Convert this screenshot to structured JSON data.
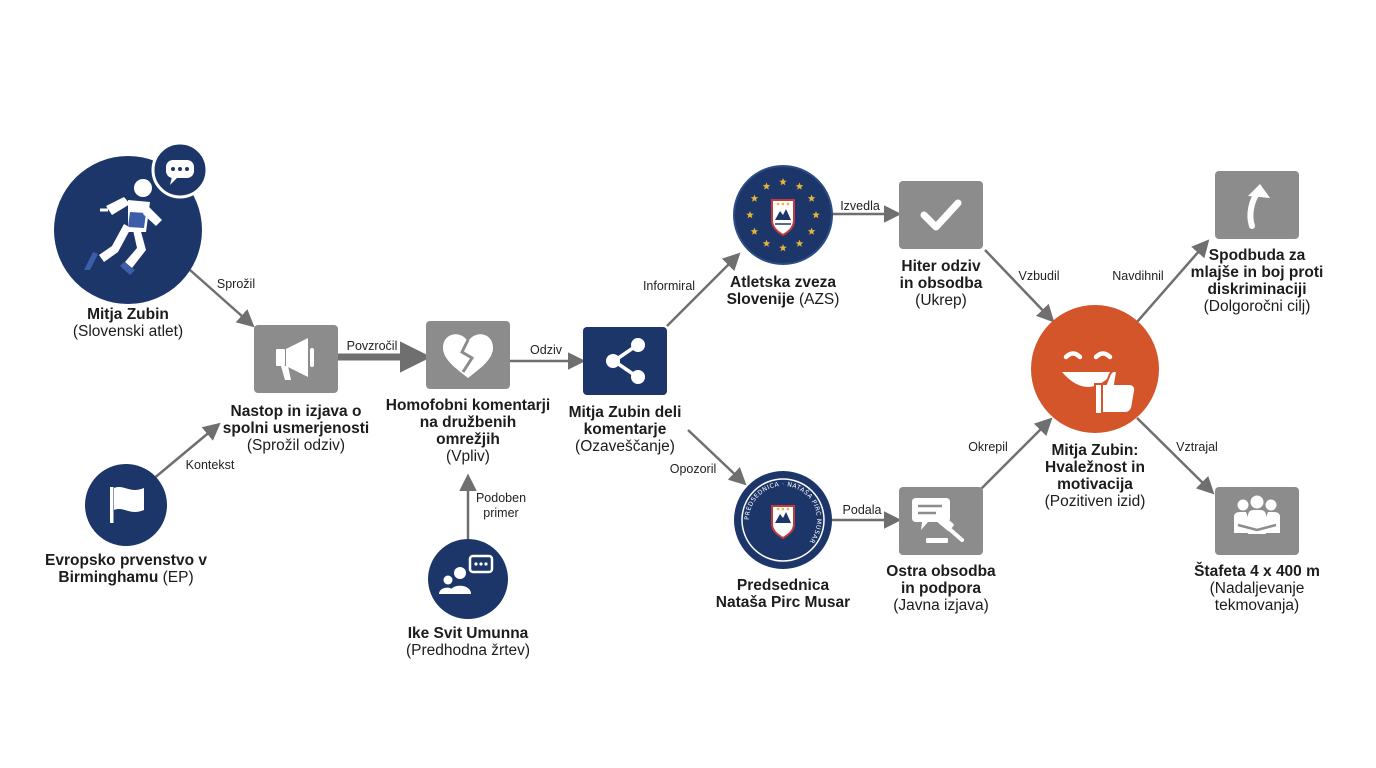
{
  "colors": {
    "navy": "#1c3669",
    "grey": "#8c8c8c",
    "orange": "#d4552a",
    "arrow": "#6f6f6f"
  },
  "nodes": {
    "mitja_atlet": {
      "title": "Mitja Zubin",
      "sub": "(Slovenski atlet)",
      "icon": "runner-icon"
    },
    "ep": {
      "title_lines": [
        "Evropsko prvenstvo v",
        "Birminghamu"
      ],
      "sub_inline": "(EP)",
      "icon": "flag-icon"
    },
    "nastop": {
      "title_lines": [
        "Nastop in izjava o",
        "spolni usmerjenosti"
      ],
      "sub": "(Sprožil odziv)",
      "icon": "megaphone-icon"
    },
    "homofobni": {
      "title_lines": [
        "Homofobni komentarji",
        "na družbenih",
        "omrežjih"
      ],
      "sub": "(Vpliv)",
      "icon": "broken-heart-icon"
    },
    "ike": {
      "title": "Ike Svit Umunna",
      "sub": "(Predhodna žrtev)",
      "icon": "group-chat-icon"
    },
    "deli": {
      "title_lines": [
        "Mitja Zubin deli",
        "komentarje"
      ],
      "sub": "(Ozaveščanje)",
      "icon": "share-icon"
    },
    "azs": {
      "title_lines": [
        "Atletska zveza",
        "Slovenije"
      ],
      "sub_inline": "(AZS)",
      "icon": "azs-emblem-icon"
    },
    "predsednica": {
      "title_lines": [
        "Predsednica",
        "Nataša Pirc Musar"
      ],
      "icon": "presidential-seal-icon",
      "seal_text": "PREDSEDNICA · NATAŠA PIRC MUSAR"
    },
    "hiter": {
      "title_lines": [
        "Hiter odziv",
        "in obsodba"
      ],
      "sub": "(Ukrep)",
      "icon": "checkmark-icon"
    },
    "ostra": {
      "title_lines": [
        "Ostra obsodba",
        "in podpora"
      ],
      "sub": "(Javna izjava)",
      "icon": "speech-gavel-icon"
    },
    "hvaleznost": {
      "title_lines": [
        "Mitja Zubin:",
        "Hvaležnost in",
        "motivacija"
      ],
      "sub": "(Pozitiven izid)",
      "icon": "smile-thumbs-up-icon"
    },
    "spodbuda": {
      "title_lines": [
        "Spodbuda za",
        "mlajše in boj proti",
        "diskriminaciji"
      ],
      "sub": "(Dolgoročni cilj)",
      "icon": "arrow-up-icon"
    },
    "stafeta": {
      "title": "Štafeta 4 x 400 m",
      "sub_lines": [
        "(Nadaljevanje",
        "tekmovanja)"
      ],
      "icon": "team-icon"
    }
  },
  "edges": {
    "sprozil": "Sprožil",
    "kontekst": "Kontekst",
    "povzrocil": "Povzročil",
    "podoben": [
      "Podoben",
      "primer"
    ],
    "odziv": "Odziv",
    "informiral": "Informiral",
    "opozoril": "Opozoril",
    "izvedla": "Izvedla",
    "podala": "Podala",
    "vzbudil": "Vzbudil",
    "okrepil": "Okrepil",
    "navdihnil": "Navdihnil",
    "vztrajal": "Vztrajal"
  }
}
